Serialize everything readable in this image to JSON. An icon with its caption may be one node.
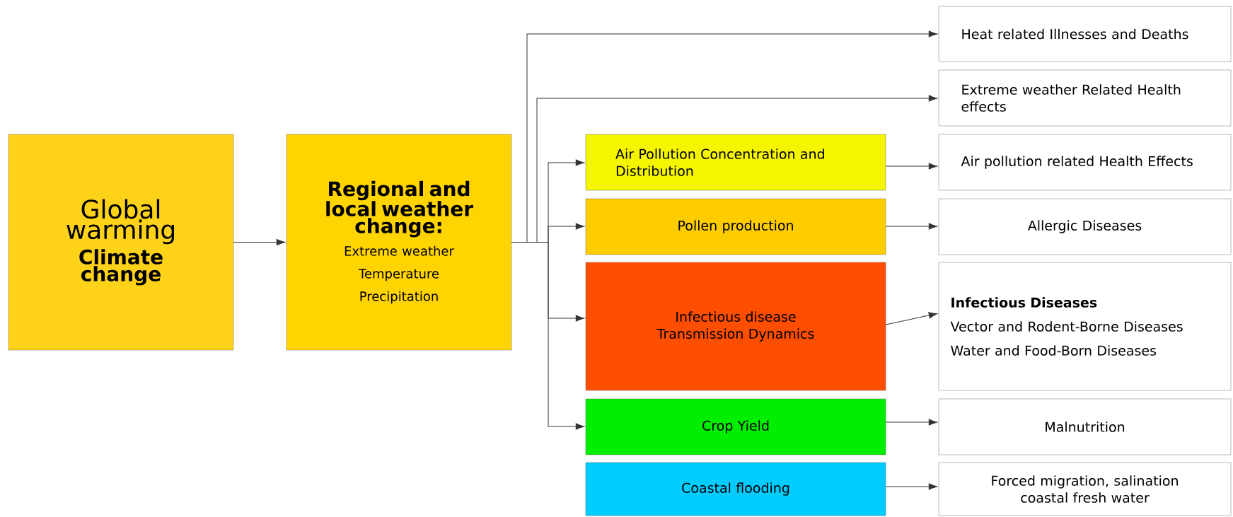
{
  "diagram": {
    "nodes": [
      {
        "text": [
          "Global warming",
          "Climate change"
        ]
      },
      {
        "text": [
          "Regional and local weather change:",
          "Extreme weather",
          "Temperature",
          "Precipitation"
        ]
      },
      {
        "text": [
          "Heat related Illnesses and Deaths"
        ]
      },
      {
        "text": [
          "Extreme weather Related Health effects"
        ]
      },
      {
        "text": [
          "Air Pollution Concentration and Distribution"
        ]
      },
      {
        "text": [
          "Air pollution related Health Effects"
        ]
      },
      {
        "text": [
          "Pollen production"
        ]
      },
      {
        "text": [
          "Allergic Diseases"
        ]
      },
      {
        "text": [
          "Infectious disease Transmission Dynamics"
        ]
      },
      {
        "text": [
          "Infectious Diseases",
          "Vector and Rodent-Borne Diseases",
          "Water and Food-Born Diseases"
        ]
      },
      {
        "text": [
          "Crop Yield"
        ]
      },
      {
        "text": [
          "Malnutrition"
        ]
      },
      {
        "text": [
          "Coastal flooding"
        ]
      },
      {
        "text": [
          "Forced migration, salination coastal fresh water"
        ]
      }
    ],
    "edges": [
      {
        "from": 0,
        "to": 1,
        "arrow": "to"
      },
      {
        "from": 1,
        "to": 2,
        "arrow": "to"
      },
      {
        "from": 1,
        "to": 3,
        "arrow": "to"
      },
      {
        "from": 1,
        "to": 4,
        "arrow": "to"
      },
      {
        "from": 1,
        "to": 6,
        "arrow": "to"
      },
      {
        "from": 1,
        "to": 8,
        "arrow": "to"
      },
      {
        "from": 1,
        "to": 10,
        "arrow": "to"
      },
      {
        "from": 4,
        "to": 5,
        "arrow": "to"
      },
      {
        "from": 6,
        "to": 7,
        "arrow": "to"
      },
      {
        "from": 8,
        "to": 9,
        "arrow": "to"
      },
      {
        "from": 10,
        "to": 11,
        "arrow": "to"
      },
      {
        "from": 12,
        "to": 13,
        "arrow": "to"
      }
    ]
  }
}
